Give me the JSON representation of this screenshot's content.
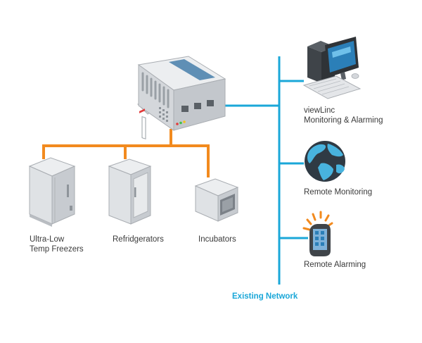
{
  "devices": {
    "freezer": {
      "label_line1": "Ultra-Low",
      "label_line2": "Temp Freezers",
      "icon": "freezer-icon"
    },
    "refrigerator": {
      "label": "Refridgerators",
      "icon": "refrigerator-icon"
    },
    "incubator": {
      "label": "Incubators",
      "icon": "incubator-icon"
    }
  },
  "endpoints": {
    "viewlinc": {
      "label_line1": "viewLinc",
      "label_line2": "Monitoring & Alarming",
      "icon": "computer-icon"
    },
    "remote_monitoring": {
      "label": "Remote Monitoring",
      "icon": "globe-icon"
    },
    "remote_alarming": {
      "label": "Remote Alarming",
      "icon": "alarming-phone-icon"
    }
  },
  "network": {
    "label": "Existing Network"
  },
  "colors": {
    "device_link": "#f28a1e",
    "network_line": "#1aa7d8",
    "label_text": "#3a3a3a",
    "network_label": "#1aa7d8"
  }
}
